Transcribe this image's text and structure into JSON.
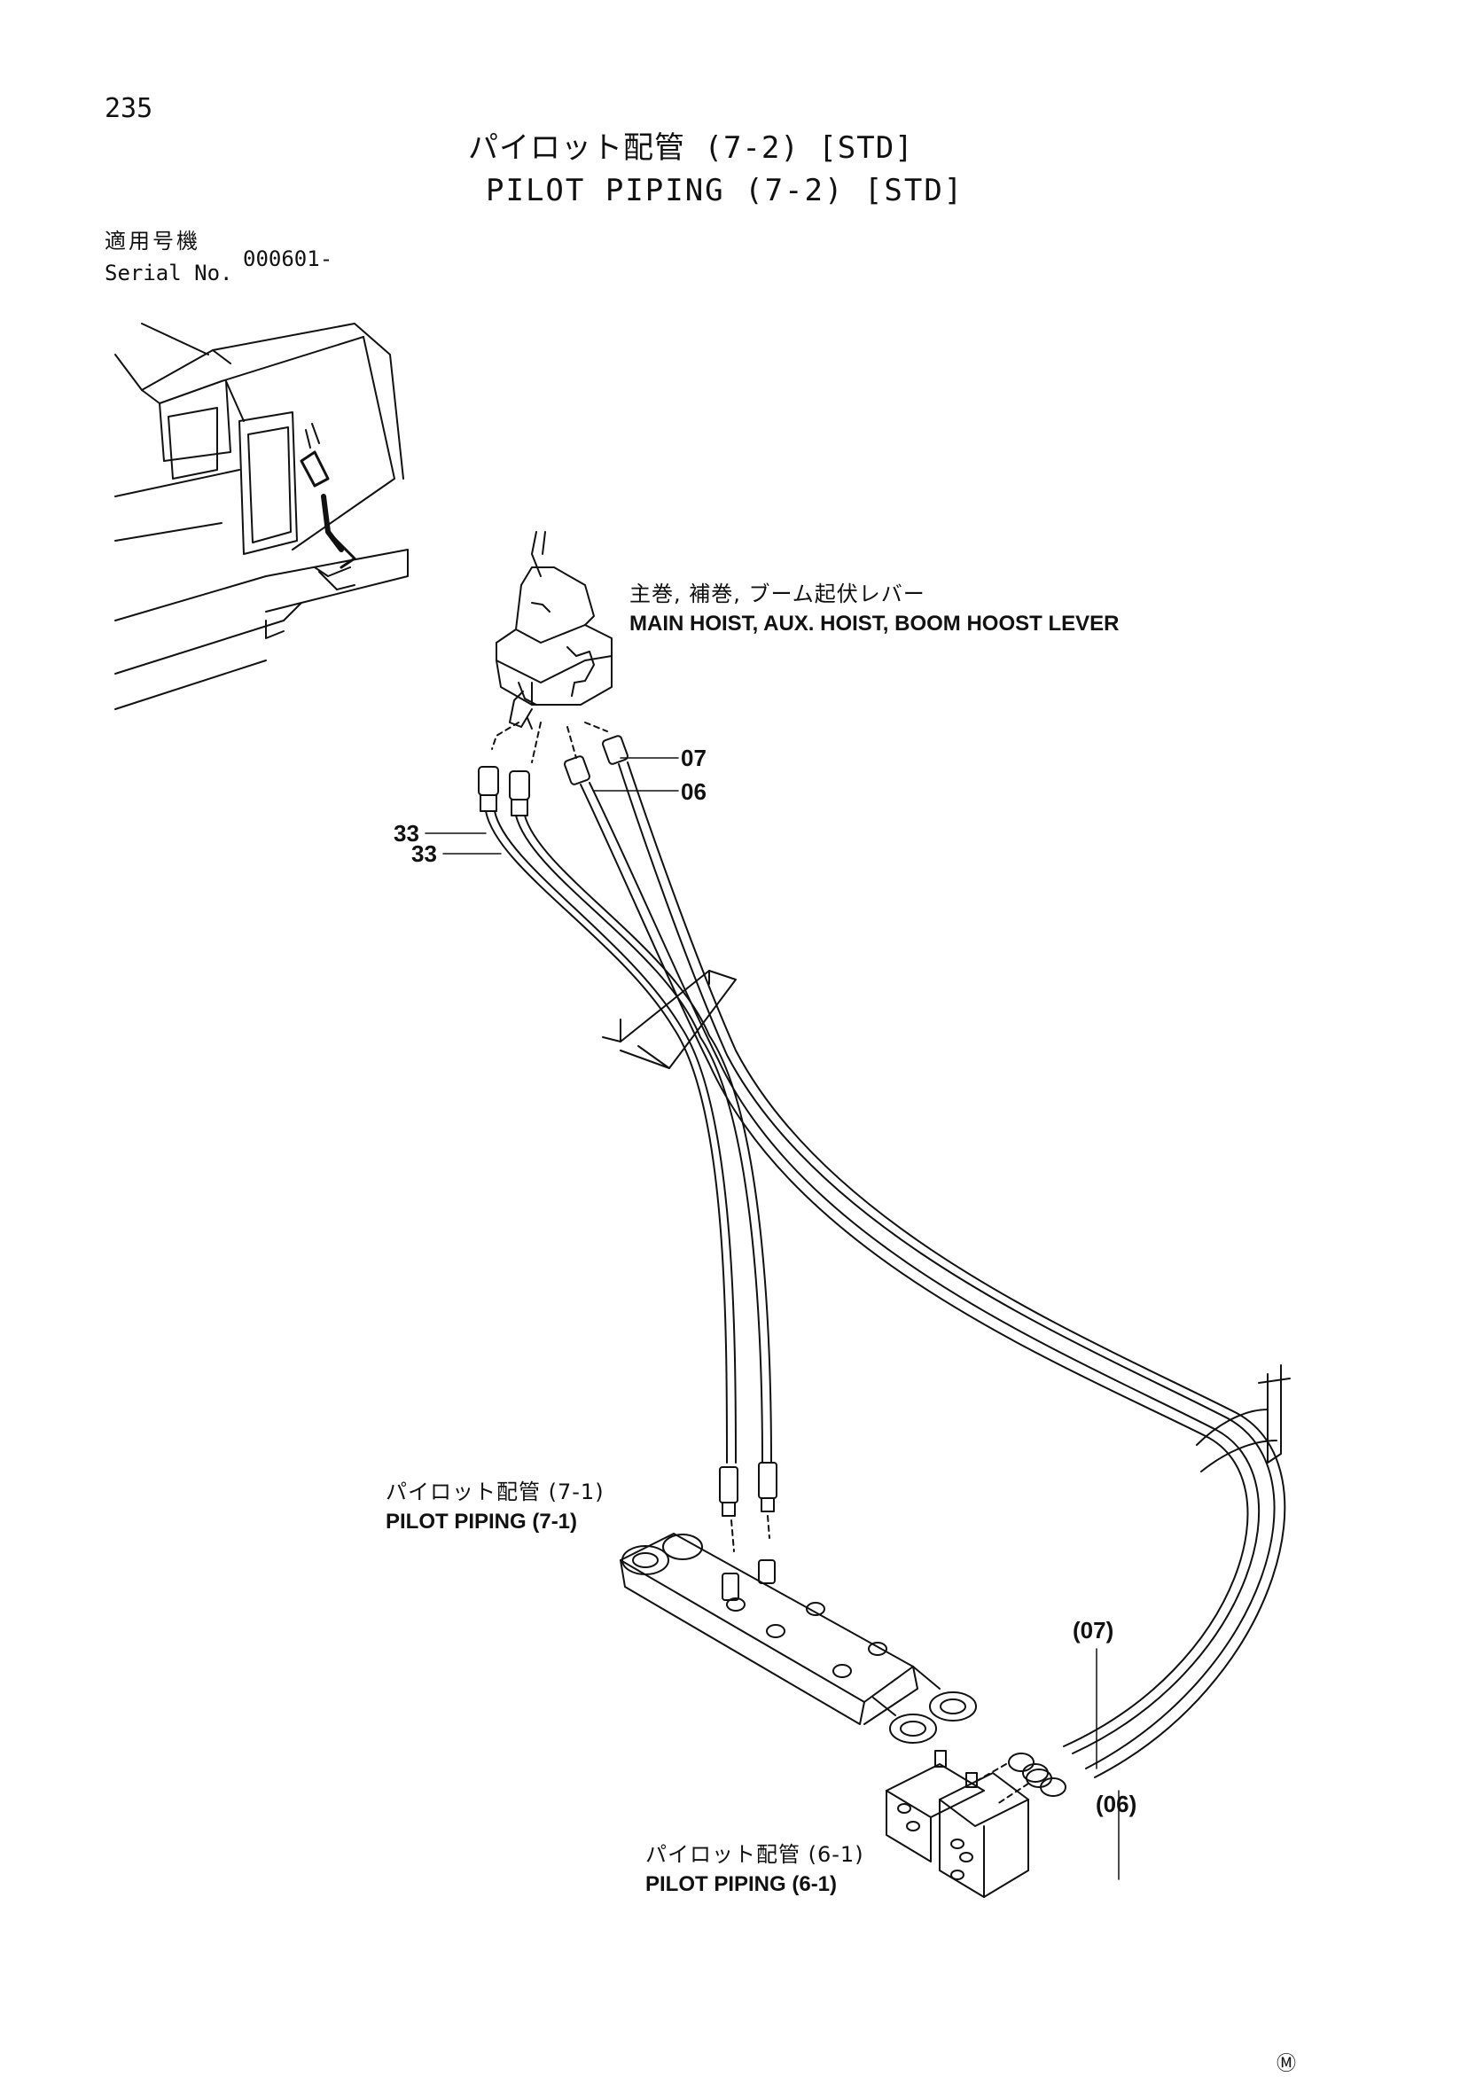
{
  "page": {
    "number": "235",
    "title_ja": "パイロット配管 (7-2) [STD]",
    "title_en": "PILOT PIPING (7-2) [STD]",
    "serial_label_ja": "適用号機",
    "serial_label_en": "Serial No.",
    "serial_value": "000601-",
    "footer_mark": "Ⓜ"
  },
  "labels": {
    "lever_ja": "主巻, 補巻, ブーム起伏レバー",
    "lever_en": "MAIN  HOIST, AUX. HOIST, BOOM  HOOST  LEVER",
    "part_07": "07",
    "part_06": "06",
    "part_33a": "33",
    "part_33b": "33",
    "ref_71_ja": "パイロット配管  (7-1)",
    "ref_71_en": "PILOT  PIPING  (7-1)",
    "ref_61_ja": "パイロット配管  (6-1)",
    "ref_61_en": "PILOT  PIPING  (6-1)",
    "part_07_paren": "(07)",
    "part_06_paren": "(06)"
  }
}
